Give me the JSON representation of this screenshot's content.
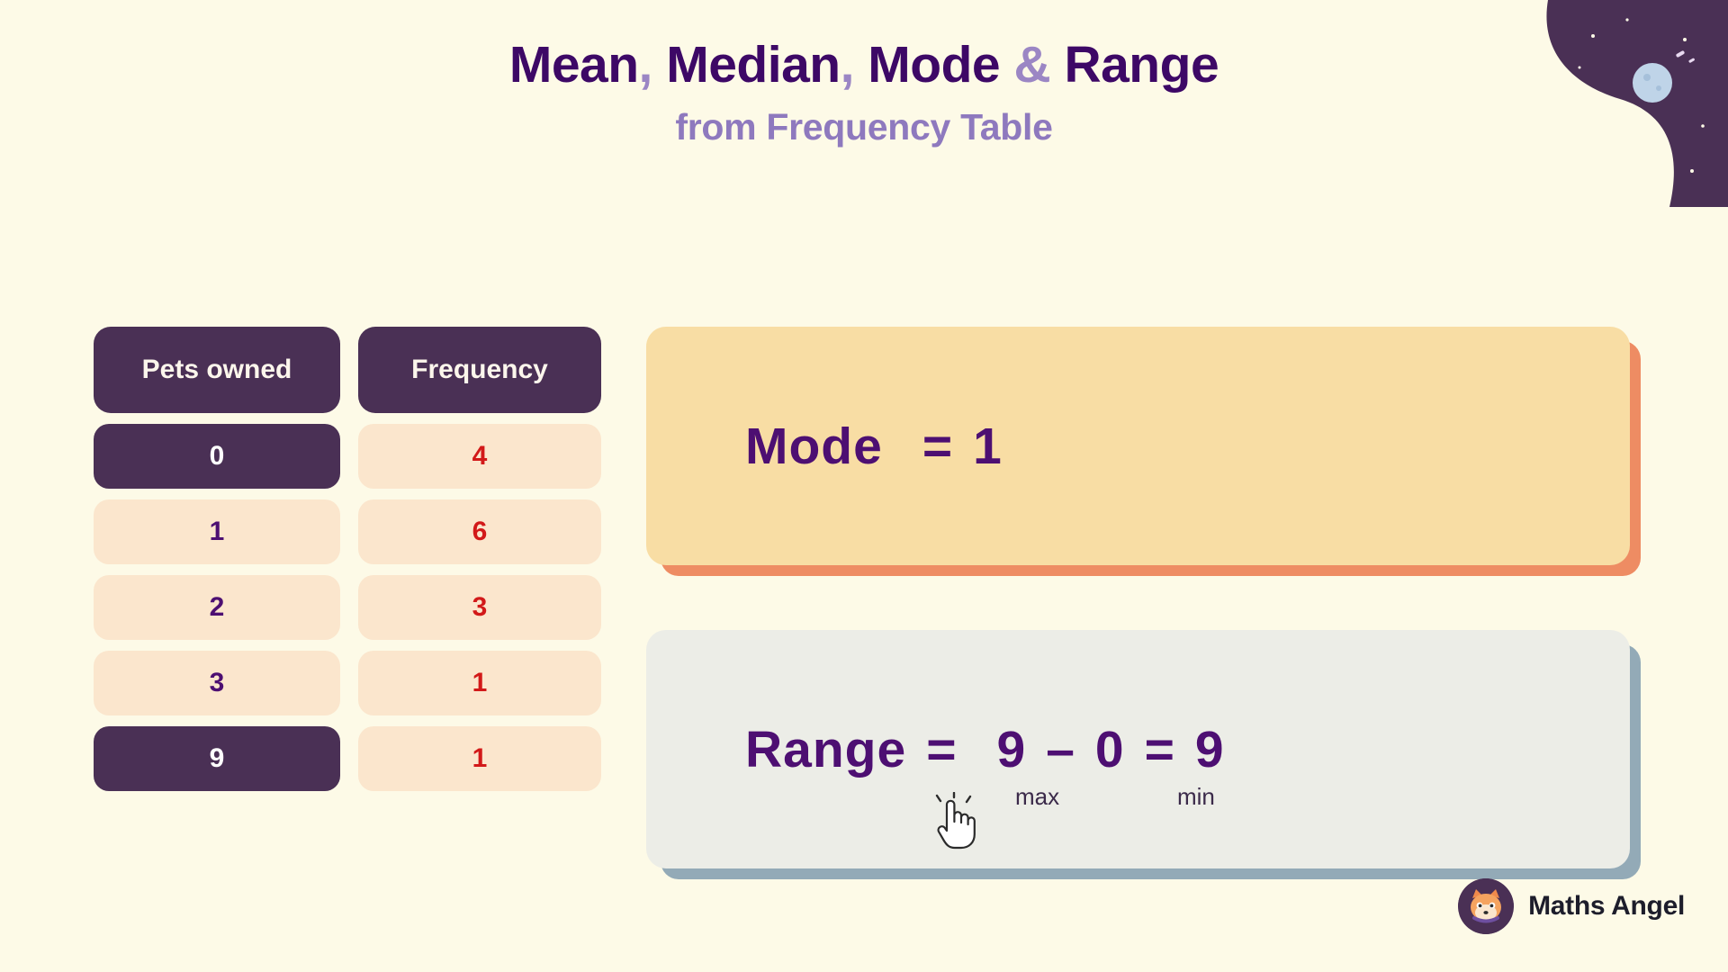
{
  "header": {
    "title_parts": [
      {
        "text": "Mean",
        "tone": "dark"
      },
      {
        "text": ",",
        "tone": "light"
      },
      {
        "text": " Median",
        "tone": "dark"
      },
      {
        "text": ",",
        "tone": "light"
      },
      {
        "text": " Mode ",
        "tone": "dark"
      },
      {
        "text": "&",
        "tone": "light"
      },
      {
        "text": " Range",
        "tone": "dark"
      }
    ],
    "title_plain": "Mean, Median, Mode & Range",
    "subtitle": "from Frequency Table"
  },
  "table": {
    "headers": [
      "Pets owned",
      "Frequency"
    ],
    "rows": [
      {
        "value": "0",
        "frequency": "4",
        "highlight": true
      },
      {
        "value": "1",
        "frequency": "6",
        "highlight": false
      },
      {
        "value": "2",
        "frequency": "3",
        "highlight": false
      },
      {
        "value": "3",
        "frequency": "1",
        "highlight": false
      },
      {
        "value": "9",
        "frequency": "1",
        "highlight": true
      }
    ]
  },
  "results": {
    "mode": {
      "label": "Mode",
      "equals": "=",
      "value": "1",
      "text": "Mode  =  1"
    },
    "range": {
      "label": "Range",
      "equals_1": "=",
      "max_value": "9",
      "minus": "–",
      "min_value": "0",
      "equals_2": "=",
      "result": "9",
      "text": "Range =  9  –  0  =  9",
      "annotation_max": "max",
      "annotation_min": "min"
    }
  },
  "brand": {
    "name": "Maths Angel",
    "logo_icon": "fox-mascot-icon"
  },
  "colors": {
    "background": "#FDFAE7",
    "title_dark": "#3D0866",
    "title_light": "#9B86C4",
    "subtitle": "#8E79BE",
    "header_cell": "#4A3055",
    "cell_light": "#FBE6CD",
    "value_purple": "#4D0F72",
    "frequency_red": "#D21919",
    "mode_box": "#F8DDA4",
    "mode_shadow": "#EE8C63",
    "range_box": "#ECEDE7",
    "range_shadow": "#93AAB7"
  }
}
